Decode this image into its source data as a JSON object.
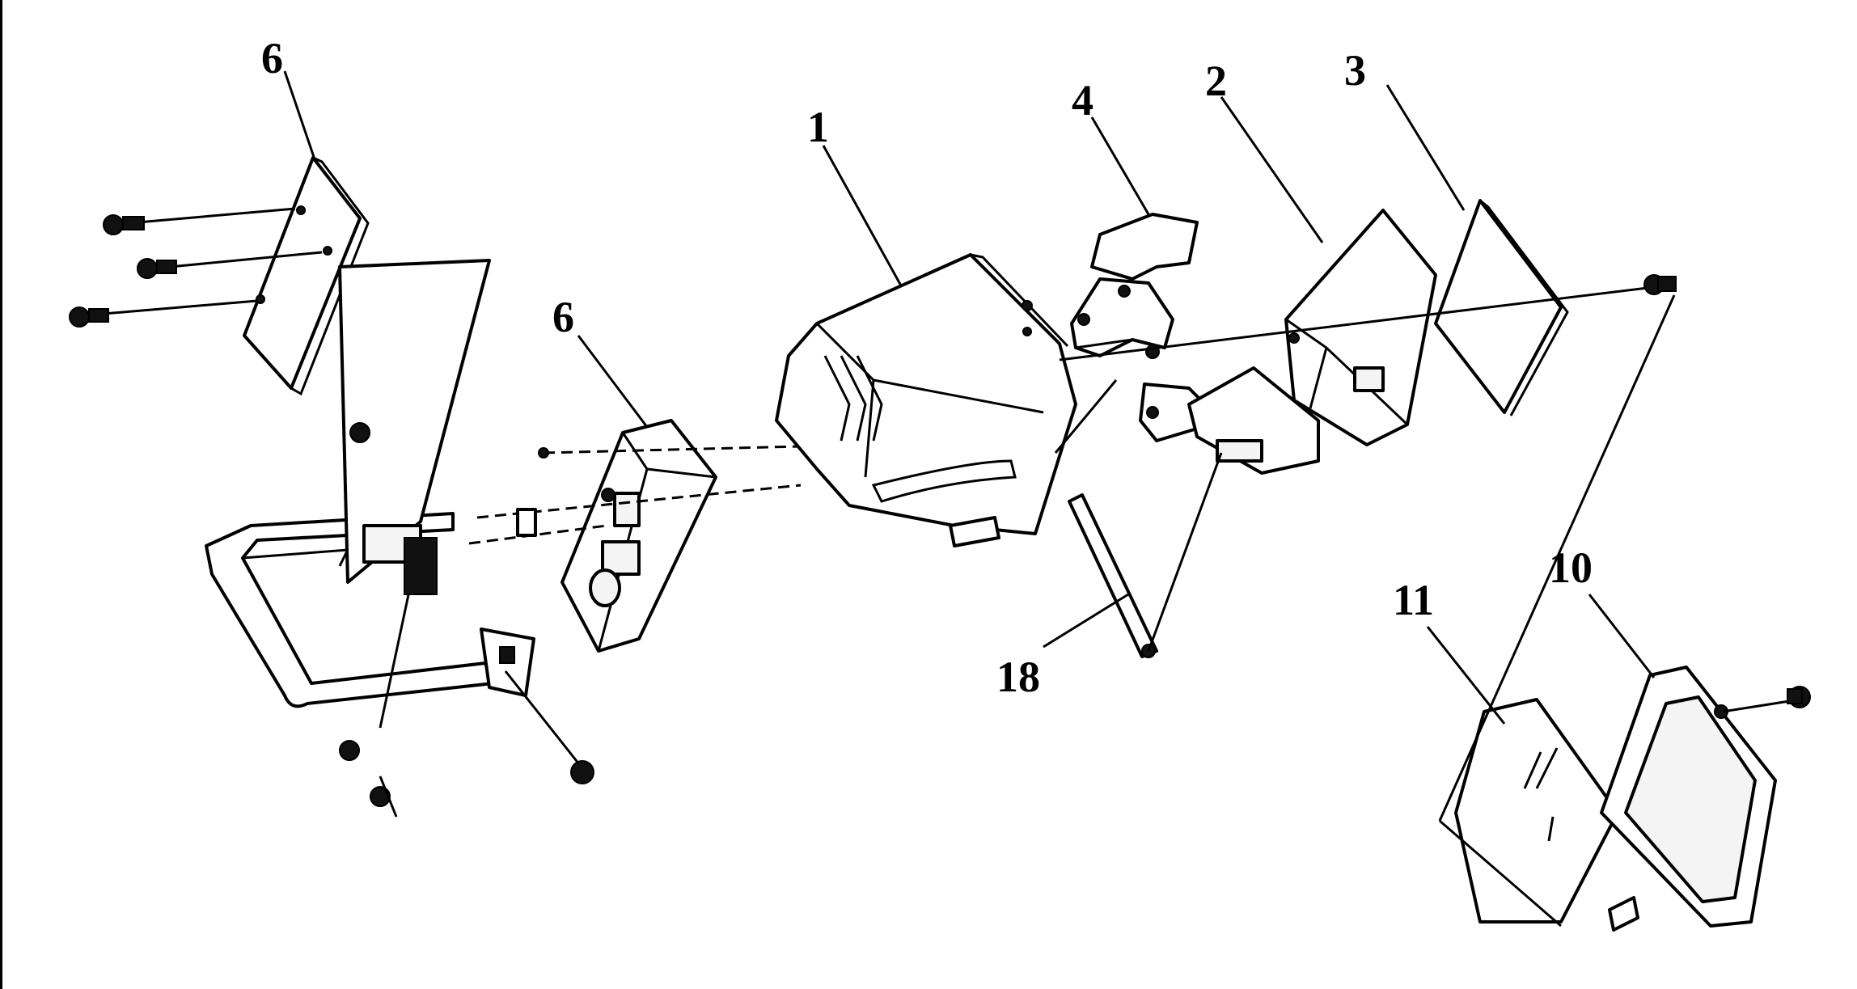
{
  "callouts": {
    "l6a": "6",
    "l6b": "6",
    "l1": "1",
    "l4": "4",
    "l2": "2",
    "l3": "3",
    "l18": "18",
    "l11": "11",
    "l10": "10"
  }
}
